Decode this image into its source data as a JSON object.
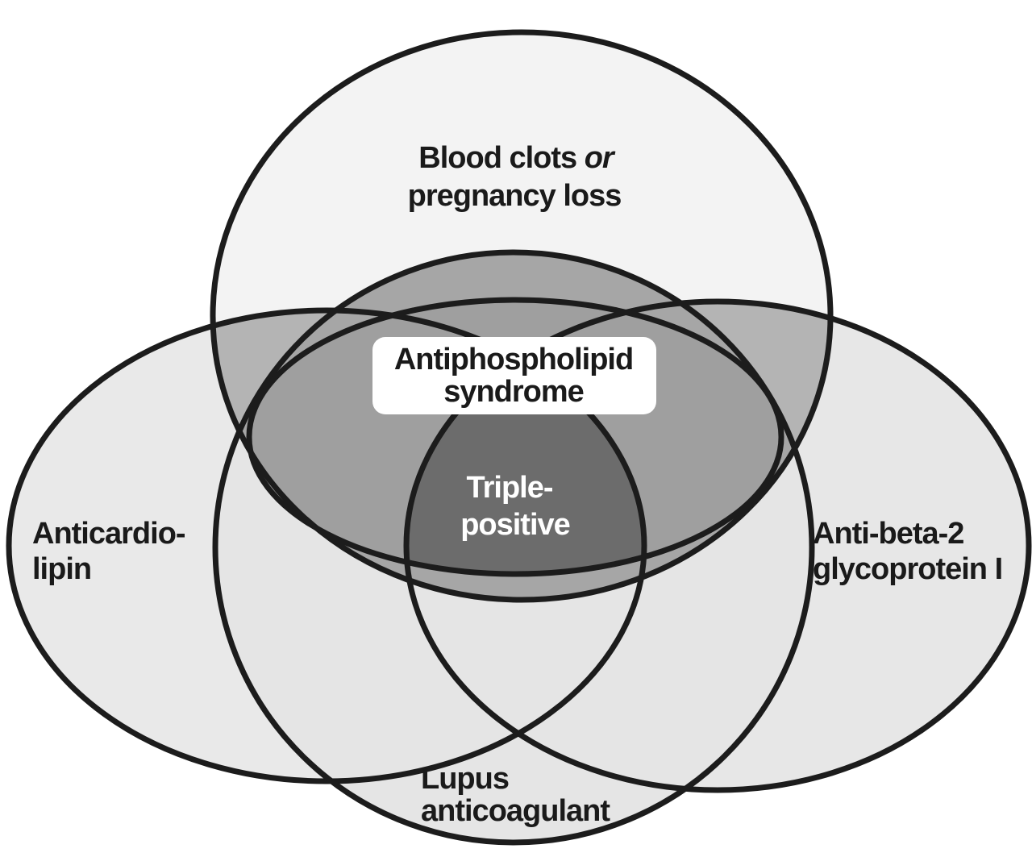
{
  "diagram": {
    "type": "venn",
    "sets": {
      "clinical": {
        "line1_main": "Blood clots ",
        "line1_italic": "or",
        "line2": "pregnancy loss"
      },
      "anticardiolipin": {
        "line1": "Anticardio-",
        "line2": "lipin"
      },
      "anti_beta2": {
        "line1": "Anti-beta-2",
        "line2": "glycoprotein I"
      },
      "lupus": {
        "line1": "Lupus",
        "line2": "anticoagulant"
      }
    },
    "overlaps": {
      "antiphospholipid": {
        "line1": "Antiphospholipid",
        "line2": "syndrome"
      },
      "triple": {
        "line1": "Triple-",
        "line2": "positive"
      }
    },
    "colors": {
      "outline": "#1c1c1c",
      "top_fill": "#f3f3f3",
      "side_fill": "#e7e7e7",
      "double_overlap": "#b4b4b4",
      "triple_overlap": "#9c9c9c",
      "center": "#6c6c6c",
      "label_box": "#ffffff"
    }
  }
}
